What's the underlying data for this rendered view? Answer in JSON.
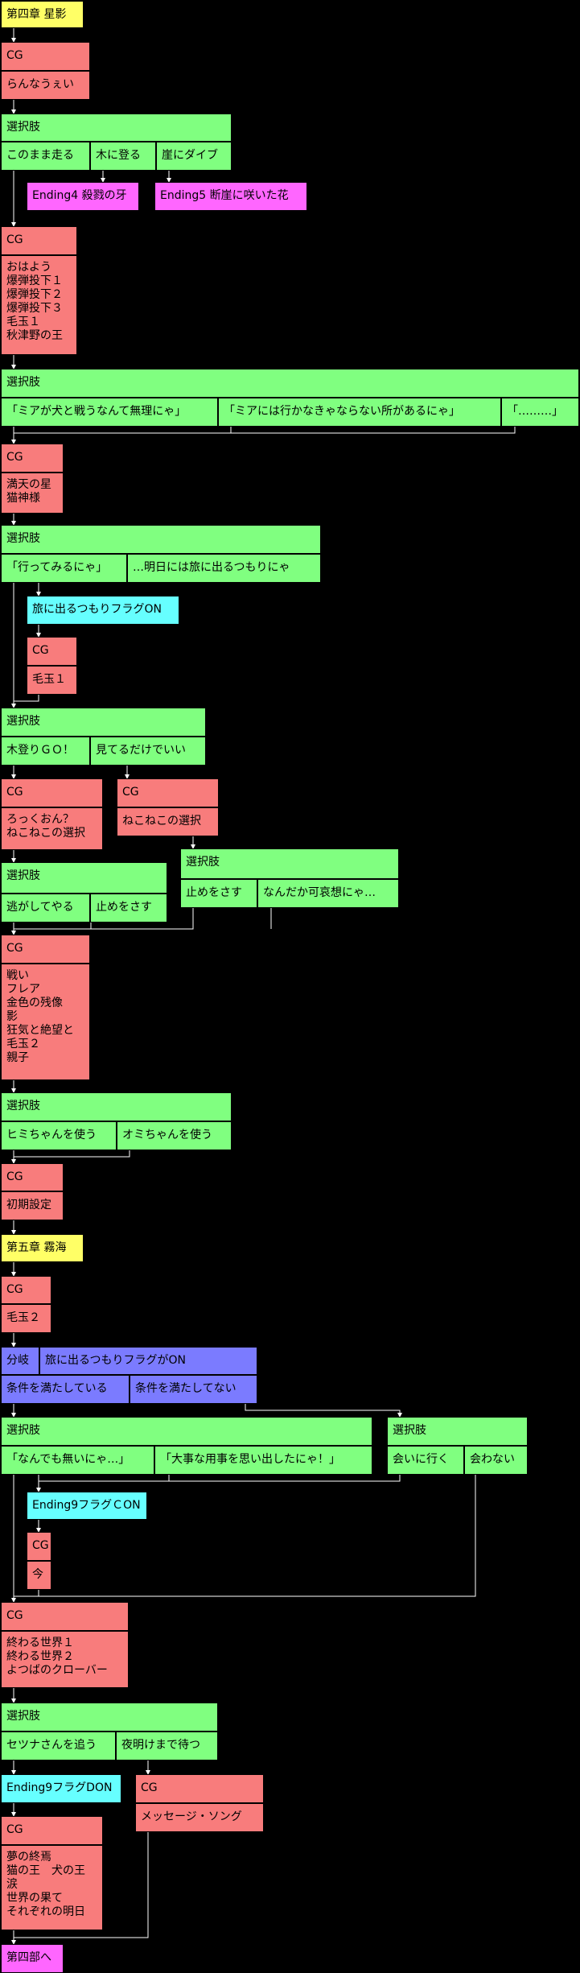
{
  "colors": {
    "chapter": "#ffff66",
    "cg": "#f87c7c",
    "choice": "#80ff80",
    "ending": "#ff66ff",
    "flag": "#66ffff",
    "branch": "#7b7bff",
    "line": "#ffffff",
    "background": "#000000"
  },
  "chapter4": {
    "title": "第四章 星影"
  },
  "cg1": {
    "header": "CG",
    "items": "らんなうぇい"
  },
  "choice1": {
    "header": "選択肢",
    "opt1": "このまま走る",
    "opt2": "木に登る",
    "opt3": "崖にダイブ"
  },
  "ending4": "Ending4 殺戮の牙",
  "ending5": "Ending5 断崖に咲いた花",
  "cg2": {
    "header": "CG",
    "items": "おはよう\n爆弾投下１\n爆弾投下２\n爆弾投下３\n毛玉１\n秋津野の王"
  },
  "choice2": {
    "header": "選択肢",
    "opt1": "「ミアが犬と戦うなんて無理にゃ」",
    "opt2": "「ミアには行かなきゃならない所があるにゃ」",
    "opt3": "「………」"
  },
  "cg3": {
    "header": "CG",
    "items": "満天の星\n猫神様"
  },
  "choice3": {
    "header": "選択肢",
    "opt1": "「行ってみるにゃ」",
    "opt2": "…明日には旅に出るつもりにゃ"
  },
  "flag1": "旅に出るつもりフラグON",
  "cg4": {
    "header": "CG",
    "items": "毛玉１"
  },
  "choice4": {
    "header": "選択肢",
    "opt1": "木登りＧＯ！",
    "opt2": "見てるだけでいい"
  },
  "cg5": {
    "header": "CG",
    "items": "ろっくおん？\nねこねこの選択"
  },
  "cg6": {
    "header": "CG",
    "items": "ねこねこの選択"
  },
  "choice5": {
    "header": "選択肢",
    "opt1": "逃がしてやる",
    "opt2": "止めをさす"
  },
  "choice6": {
    "header": "選択肢",
    "opt1": "止めをさす",
    "opt2": "なんだか可哀想にゃ…"
  },
  "cg7": {
    "header": "CG",
    "items": "戦い\nフレア\n金色の残像\n影\n狂気と絶望と\n毛玉２\n親子"
  },
  "choice7": {
    "header": "選択肢",
    "opt1": "ヒミちゃんを使う",
    "opt2": "オミちゃんを使う"
  },
  "cg8": {
    "header": "CG",
    "items": "初期設定"
  },
  "chapter5": {
    "title": "第五章 霧海"
  },
  "cg9": {
    "header": "CG",
    "items": "毛玉２"
  },
  "branch1": {
    "header": "分岐",
    "condition": "旅に出るつもりフラグがON",
    "opt1": "条件を満たしている",
    "opt2": "条件を満たしてない"
  },
  "choice8": {
    "header": "選択肢",
    "opt1": "「なんでも無いにゃ…」",
    "opt2": "「大事な用事を思い出したにゃ！」"
  },
  "choice9": {
    "header": "選択肢",
    "opt1": "会いに行く",
    "opt2": "会わない"
  },
  "flag2": "Ending9フラグＣON",
  "cg10": {
    "header": "CG",
    "items": "今"
  },
  "cg11": {
    "header": "CG",
    "items": "終わる世界１\n終わる世界２\nよつばのクローバー"
  },
  "choice10": {
    "header": "選択肢",
    "opt1": "セツナさんを追う",
    "opt2": "夜明けまで待つ"
  },
  "flag3": "Ending9フラグDON",
  "cg12": {
    "header": "CG",
    "items": "メッセージ・ソング"
  },
  "cg13": {
    "header": "CG",
    "items": "夢の終焉\n猫の王　犬の王\n涙\n世界の果て\nそれぞれの明日"
  },
  "toPart4": "第四部へ"
}
